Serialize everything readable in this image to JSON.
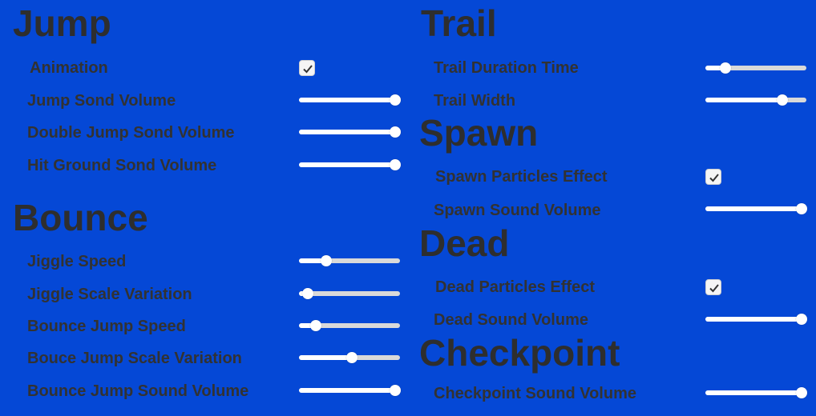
{
  "colors": {
    "background": "#0548d6",
    "text": "#2e2e2e",
    "slider_fill": "#ffffff",
    "slider_rail": "#d9d9d9"
  },
  "jump": {
    "title": "Jump",
    "animation": {
      "label": "Animation",
      "checked": true
    },
    "jump_sound_volume": {
      "label": "Jump Sond Volume",
      "value": 0.95
    },
    "double_jump_sound_volume": {
      "label": "Double Jump Sond Volume",
      "value": 0.95
    },
    "hit_ground_sound_volume": {
      "label": "Hit Ground Sond Volume",
      "value": 0.95
    }
  },
  "bounce": {
    "title": "Bounce",
    "jiggle_speed": {
      "label": "Jiggle Speed",
      "value": 0.27
    },
    "jiggle_scale_variation": {
      "label": "Jiggle Scale Variation",
      "value": 0.09
    },
    "bounce_jump_speed": {
      "label": "Bounce Jump Speed",
      "value": 0.17
    },
    "bounce_jump_scale_variation": {
      "label": "Bouce Jump Scale Variation",
      "value": 0.52
    },
    "bounce_jump_sound_volume": {
      "label": "Bounce Jump Sound Volume",
      "value": 0.95
    }
  },
  "trail": {
    "title": "Trail",
    "trail_duration_time": {
      "label": "Trail Duration Time",
      "value": 0.2
    },
    "trail_width": {
      "label": "Trail Width",
      "value": 0.76
    }
  },
  "spawn": {
    "title": "Spawn",
    "spawn_particles_effect": {
      "label": "Spawn Particles Effect",
      "checked": true
    },
    "spawn_sound_volume": {
      "label": "Spawn Sound Volume",
      "value": 0.95
    }
  },
  "dead": {
    "title": "Dead",
    "dead_particles_effect": {
      "label": "Dead Particles Effect",
      "checked": true
    },
    "dead_sound_volume": {
      "label": "Dead Sound Volume",
      "value": 0.95
    }
  },
  "checkpoint": {
    "title": "Checkpoint",
    "checkpoint_sound_volume": {
      "label": "Checkpoint Sound Volume",
      "value": 0.95
    }
  }
}
